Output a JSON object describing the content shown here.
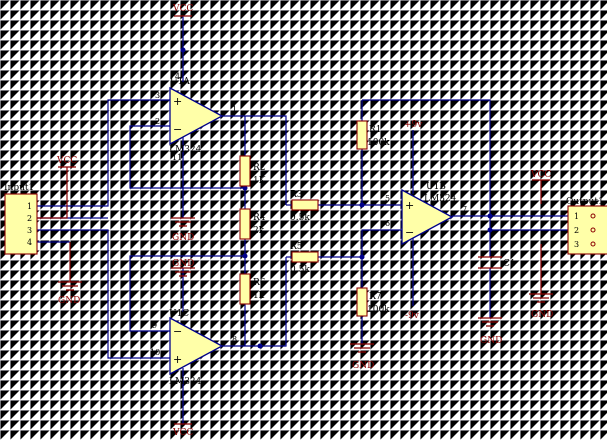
{
  "colors": {
    "wire": "#00008a",
    "part": "#8b0000",
    "amp_fill": "#ffffa8",
    "grid": "#e4e4ef"
  },
  "power": {
    "vcc": "VCC",
    "gnd": "GND",
    "pos9": "+9v",
    "neg9": "-9v"
  },
  "connectors": {
    "input": {
      "name": "Input1",
      "pins": [
        "1",
        "2",
        "3",
        "4"
      ]
    },
    "output": {
      "name": "Output1",
      "pins": [
        "1",
        "2",
        "3"
      ]
    }
  },
  "amplifiers": {
    "u1a": {
      "ref": "U1A",
      "part": "LM324",
      "pin_plus": "3",
      "pin_minus": "2",
      "pin_out": "1",
      "pin_vcc": "4",
      "pin_gnd": "11"
    },
    "u1c": {
      "ref": "U1C",
      "part": "LM324",
      "pin_minus": "9",
      "pin_plus": "10",
      "pin_out": "8"
    },
    "u1b": {
      "ref": "U1B",
      "part": "LM324",
      "pin_plus": "5",
      "pin_minus": "6",
      "pin_out": "7"
    }
  },
  "resistors": {
    "r1": {
      "ref": "R1",
      "value": "100k"
    },
    "r2": {
      "ref": "R2",
      "value": "1K"
    },
    "r3": {
      "ref": "R3",
      "value": "0.5k"
    },
    "r4": {
      "ref": "R4",
      "value": "2k"
    },
    "r5": {
      "ref": "R5",
      "value": "0.5k"
    },
    "r6": {
      "ref": "R6",
      "value": "1k"
    },
    "r7": {
      "ref": "R7",
      "value": "100k"
    }
  },
  "capacitors": {
    "c1": {
      "ref": "C1"
    }
  },
  "signs": {
    "plus": "+",
    "minus": "−"
  }
}
